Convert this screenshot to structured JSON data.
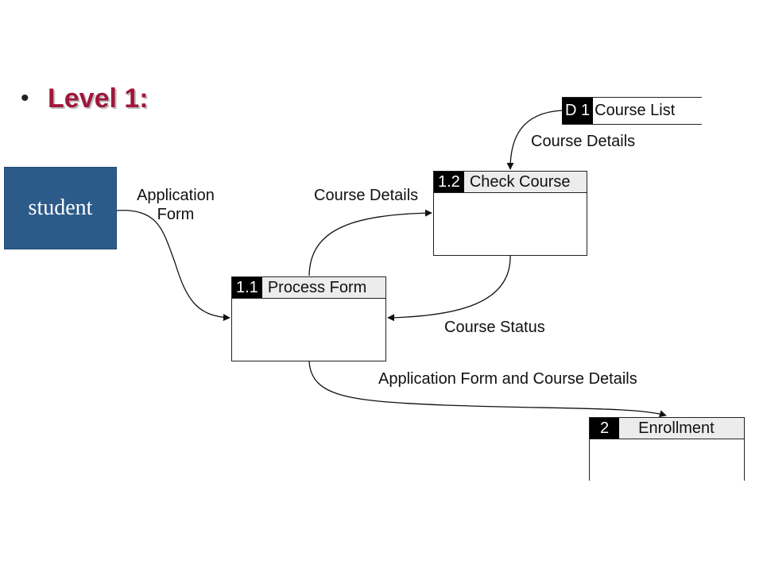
{
  "slide": {
    "bullet": "•",
    "heading": "Level 1:"
  },
  "entity": {
    "label": "student"
  },
  "processes": [
    {
      "id": "1.1",
      "name": "Process Form"
    },
    {
      "id": "1.2",
      "name": "Check Course"
    },
    {
      "id": "2",
      "name": "Enrollment"
    }
  ],
  "data_store": {
    "id": "D 1",
    "name": "Course List"
  },
  "flows": {
    "application_form": "Application Form",
    "course_details_to_check": "Course Details",
    "course_details_from_store": "Course Details",
    "course_status": "Course Status",
    "application_form_and_course_details": "Application Form and Course Details"
  },
  "colors": {
    "heading": "#a0163c",
    "entity_fill": "#2c5b8a",
    "header_fill": "#ececec",
    "id_fill": "#000000"
  }
}
